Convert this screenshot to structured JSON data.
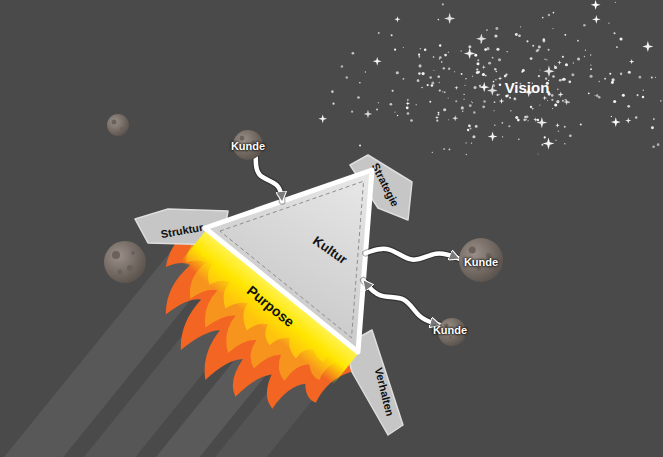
{
  "diagram": {
    "nodes": [
      {
        "text": [
          "Kultur"
        ]
      },
      {
        "text": [
          "Struktur"
        ]
      },
      {
        "text": [
          "Strategie"
        ]
      },
      {
        "text": [
          "Purpose"
        ]
      },
      {
        "text": [
          "Verhalten"
        ]
      },
      {
        "text": [
          "Kunde"
        ]
      },
      {
        "text": [
          "Kunde"
        ]
      },
      {
        "text": [
          "Kunde"
        ]
      }
    ],
    "edges": [
      {
        "from": 5,
        "to": 0,
        "arrow": "to"
      },
      {
        "from": 0,
        "to": 6,
        "arrow": "to"
      },
      {
        "from": 0,
        "to": 7,
        "arrow": "both"
      }
    ],
    "labels": [
      "Vision"
    ]
  }
}
